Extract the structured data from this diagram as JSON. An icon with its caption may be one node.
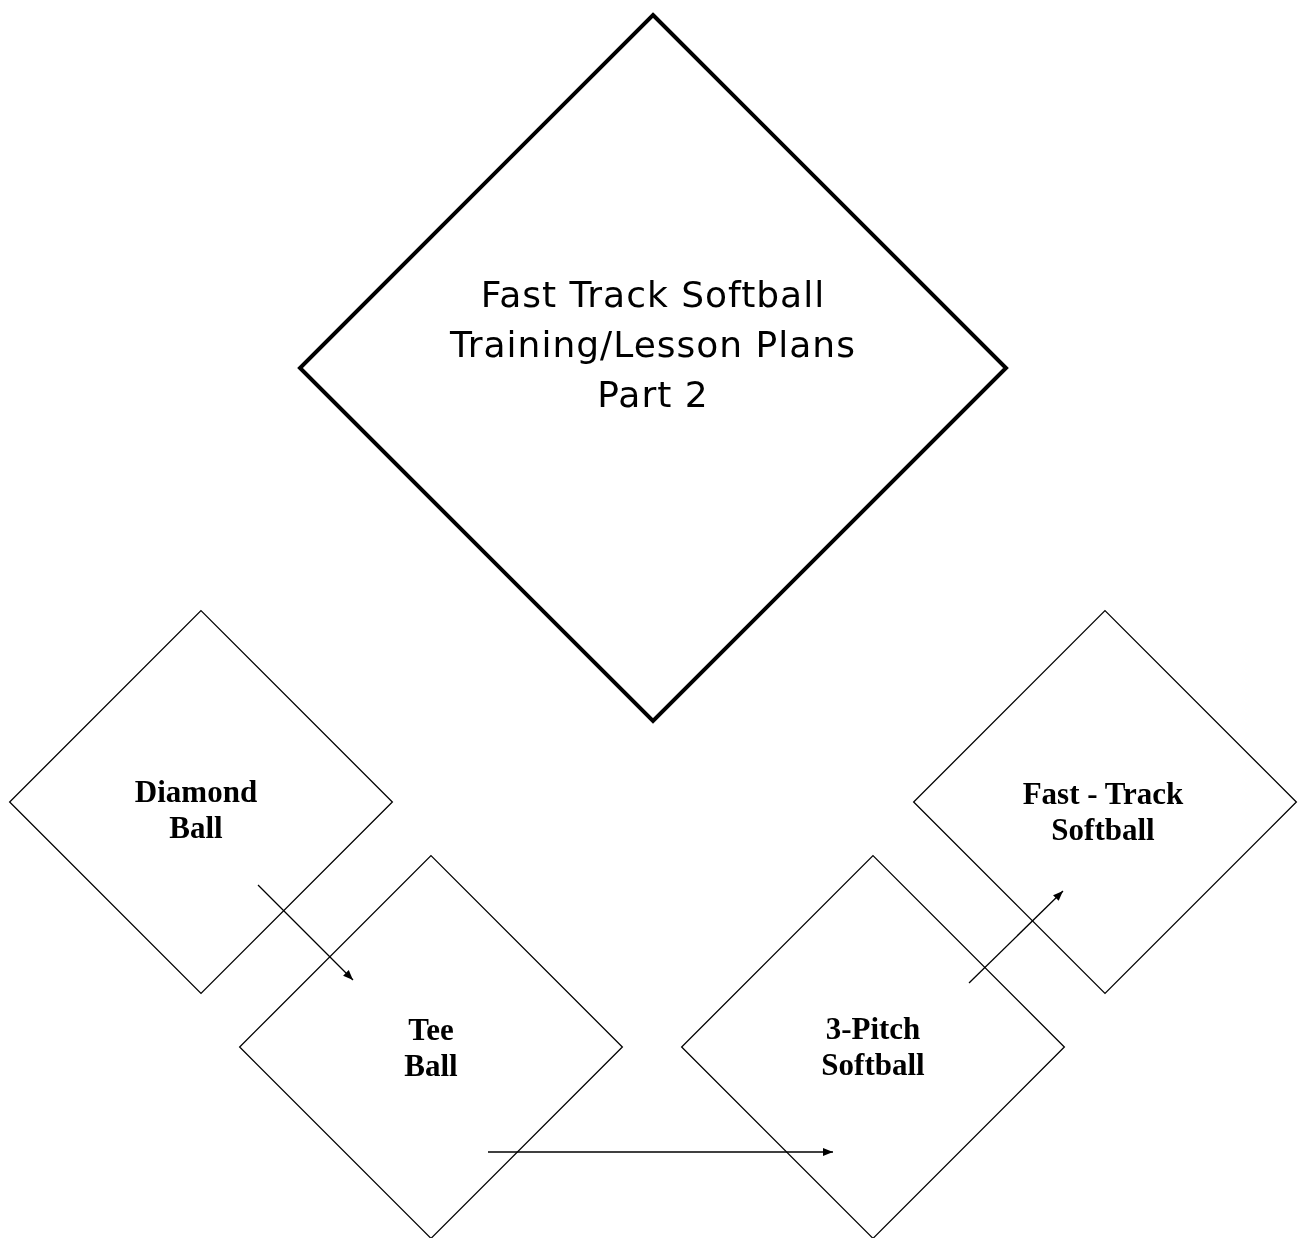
{
  "diagram": {
    "nodes": [
      {
        "text": [
          "Fast Track Softball Training/Lesson Plans Part 2"
        ]
      },
      {
        "text": [
          "Diamond Ball"
        ]
      },
      {
        "text": [
          "Tee Ball"
        ]
      },
      {
        "text": [
          "3-Pitch Softball"
        ]
      },
      {
        "text": [
          "Fast - Track Softball"
        ]
      }
    ],
    "edges": [
      {
        "from": 1,
        "to": 2,
        "arrow": "to"
      },
      {
        "from": 2,
        "to": 3,
        "arrow": "to"
      },
      {
        "from": 3,
        "to": 4,
        "arrow": "to"
      }
    ]
  }
}
